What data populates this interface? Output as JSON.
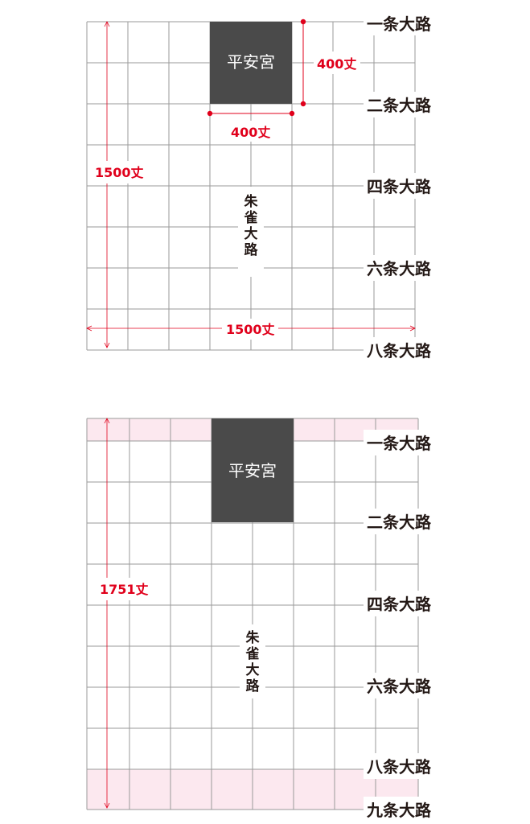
{
  "top": {
    "palace": "平安宮",
    "avenue": [
      "朱",
      "雀",
      "大",
      "路"
    ],
    "roads": [
      "一条大路",
      "二条大路",
      "四条大路",
      "六条大路",
      "八条大路"
    ],
    "dim_palace_height": "400丈",
    "dim_palace_width": "400丈",
    "dim_height": "1500丈",
    "dim_width": "1500丈"
  },
  "bottom": {
    "palace": "平安宮",
    "avenue": [
      "朱",
      "雀",
      "大",
      "路"
    ],
    "roads": [
      "一条大路",
      "二条大路",
      "四条大路",
      "六条大路",
      "八条大路",
      "九条大路"
    ],
    "dim_height": "1751丈"
  },
  "colors": {
    "grid": "#9a9a9a",
    "palace": "#4a4a4a",
    "red": "#e0001b",
    "pink_band": "#fce8ef",
    "text": "#231815",
    "palace_text": "#ffffff"
  }
}
